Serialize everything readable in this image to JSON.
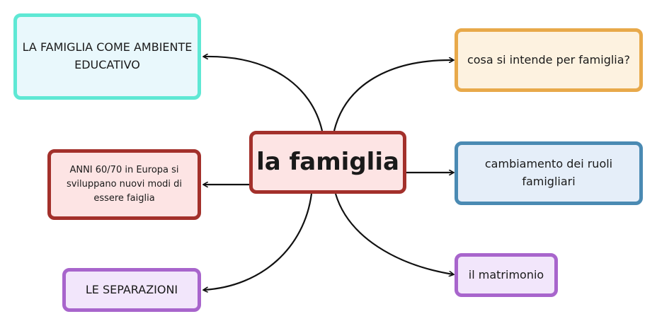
{
  "center": {
    "label": "la famiglia"
  },
  "nodes": {
    "top_left": "LA FAMIGLIA COME AMBIENTE EDUCATIVO",
    "middle_left": "ANNI 60/70 in Europa si sviluppano nuovi modi di essere faiglia",
    "bottom_left": "LE SEPARAZIONI",
    "top_right": "cosa si intende per famiglia?",
    "middle_right": "cambiamento dei ruoli famigliari",
    "bottom_right": "il matrimonio"
  },
  "colors": {
    "center_border": "#a3302b",
    "top_left_border": "#5ee8d4",
    "middle_left_border": "#a3302b",
    "bottom_left_border": "#a865cc",
    "top_right_border": "#e8a94a",
    "middle_right_border": "#4a8ab3",
    "bottom_right_border": "#a865cc",
    "connector": "#111111"
  }
}
